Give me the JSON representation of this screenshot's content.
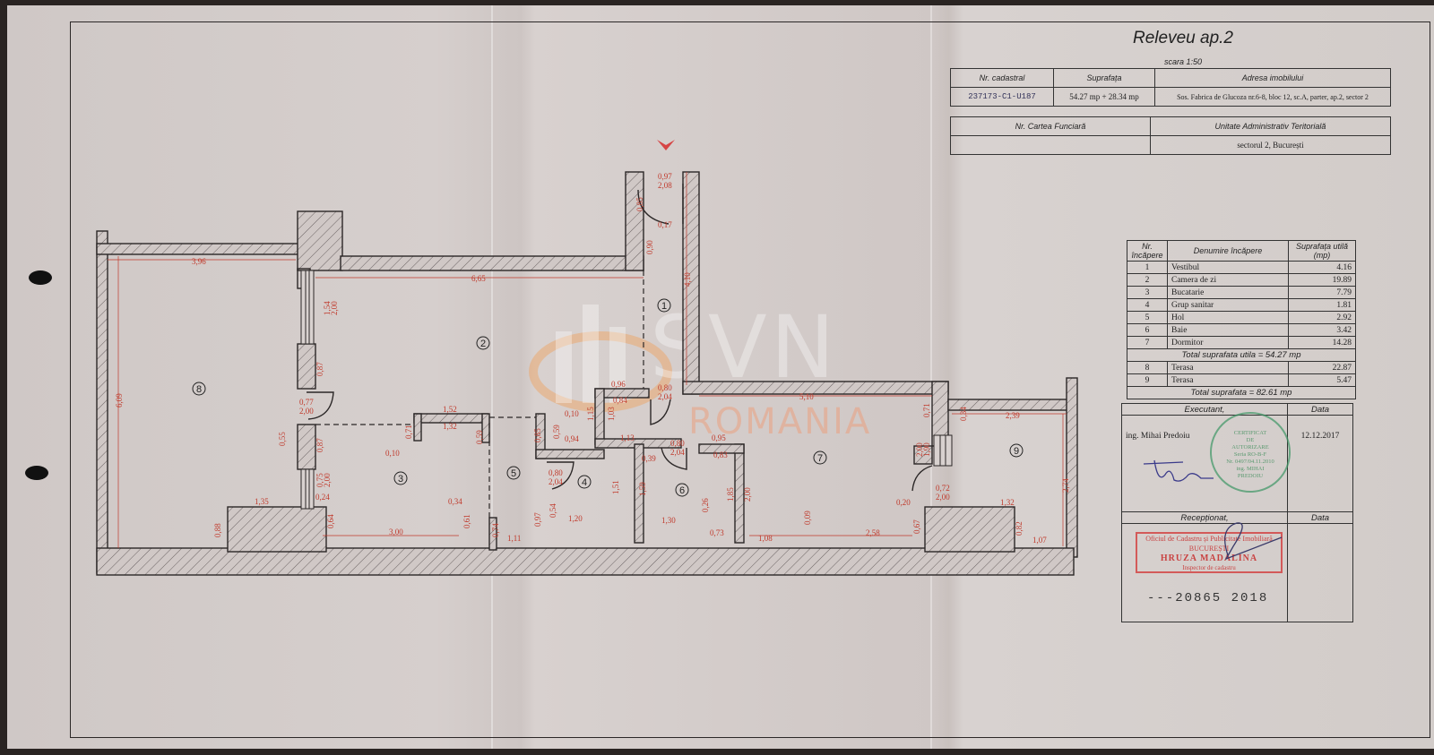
{
  "document": {
    "title": "Releveu ap.2",
    "scale": "scara 1:50"
  },
  "info_table": {
    "headers": [
      "Nr. cadastral",
      "Suprafața",
      "Adresa imobilului"
    ],
    "values": [
      "237173-C1-U187",
      "54.27 mp + 28.34 mp",
      "Sos. Fabrica de Glucoza nr.6-8, bloc 12, sc.A, parter, ap.2, sector 2"
    ],
    "headers2": [
      "Nr. Cartea Funciară",
      "Unitate Administrativ Teritorială"
    ],
    "values2": [
      "",
      "sectorul 2, București"
    ]
  },
  "rooms_table": {
    "headers": [
      "Nr. încăpere",
      "Denumire încăpere",
      "Suprafața utilă (mp)"
    ],
    "rows": [
      {
        "nr": "1",
        "name": "Vestibul",
        "area": "4.16"
      },
      {
        "nr": "2",
        "name": "Camera de zi",
        "area": "19.89"
      },
      {
        "nr": "3",
        "name": "Bucatarie",
        "area": "7.79"
      },
      {
        "nr": "4",
        "name": "Grup sanitar",
        "area": "1.81"
      },
      {
        "nr": "5",
        "name": "Hol",
        "area": "2.92"
      },
      {
        "nr": "6",
        "name": "Baie",
        "area": "3.42"
      },
      {
        "nr": "7",
        "name": "Dormitor",
        "area": "14.28"
      }
    ],
    "total_util": "Total suprafata utila = 54.27 mp",
    "terrace_rows": [
      {
        "nr": "8",
        "name": "Terasa",
        "area": "22.87"
      },
      {
        "nr": "9",
        "name": "Terasa",
        "area": "5.47"
      }
    ],
    "total": "Total suprafata = 82.61 mp"
  },
  "signatures": {
    "executant_label": "Executant,",
    "data_label": "Data",
    "executant_name": "ing. Mihai Predoiu",
    "executant_date": "12.12.2017",
    "receptionat_label": "Recepționat,",
    "data_label2": "Data",
    "stamp_green": [
      "CERTIFICAT",
      "DE",
      "AUTORIZARE",
      "Seria RO-B-F",
      "Nr. 0497/04.11.2010",
      "ing. MIHAI",
      "PREDOIU"
    ],
    "stamp_red": [
      "Oficiul de Cadastru și Publicitate Imobiliară",
      "BUCUREȘTI",
      "HRUZA MADALINA",
      "Inspector de cadastru"
    ],
    "registration": "---20865 2018"
  },
  "watermark": {
    "brand": "SVN",
    "sub": "ROMANIA"
  },
  "plan": {
    "room_labels": [
      "1",
      "2",
      "3",
      "4",
      "5",
      "6",
      "7",
      "8",
      "9"
    ],
    "dims": {
      "d396": "3,96",
      "d665": "6,65",
      "d609": "6,09",
      "d410": "4,10",
      "d097": "0,97",
      "d208": "2,08",
      "d085": "0,85",
      "d017": "0,17",
      "d090": "0,90",
      "d154": "1,54",
      "d200a": "2,00",
      "d087": "0,87",
      "d077": "0,77",
      "d200b": "2,00",
      "d055": "0,55",
      "d087b": "0,87",
      "d075": "0,75",
      "d200c": "2,00",
      "d024": "0,24",
      "d135": "1,35",
      "d064": "0,64",
      "d088": "0,88",
      "d152": "1,52",
      "d132": "1,32",
      "d071": "0,71",
      "d010": "0,10",
      "d059": "0,59",
      "d300": "3,00",
      "d034": "0,34",
      "d061": "0,61",
      "d074": "0,74",
      "d111": "1,11",
      "d097b": "0,97",
      "d085b": "0,85",
      "d010b": "0,10",
      "d059b": "0,59",
      "d094": "0,94",
      "d080a": "0,80",
      "d204a": "2,04",
      "d054": "0,54",
      "d120": "1,20",
      "d151": "1,51",
      "d096": "0,96",
      "d084": "0,84",
      "d115": "1,15",
      "d103": "1,03",
      "d113": "1,13",
      "d080b": "0,80",
      "d204b": "2,04",
      "d080c": "0,80",
      "d204c": "2,04",
      "d039": "0,39",
      "d095": "0,95",
      "d083": "0,83",
      "d159": "1,59",
      "d130": "1,30",
      "d026": "0,26",
      "d073": "0,73",
      "d185": "1,85",
      "d200d": "2,00",
      "d510": "5,10",
      "d071b": "0,71",
      "d190": "1,90",
      "d200e": "2,00",
      "d009": "0,09",
      "d108": "1,08",
      "d258": "2,58",
      "d067": "0,67",
      "d020": "0,20",
      "d072": "0,72",
      "d200f": "2,00",
      "d034b": "0,34",
      "d239": "2,39",
      "d274": "2,74",
      "d132b": "1,32",
      "d082": "0,82",
      "d107": "1,07"
    }
  },
  "colors": {
    "dimension": "#c0392b",
    "wall": "#2b2727",
    "paper": "#d3ccca"
  }
}
